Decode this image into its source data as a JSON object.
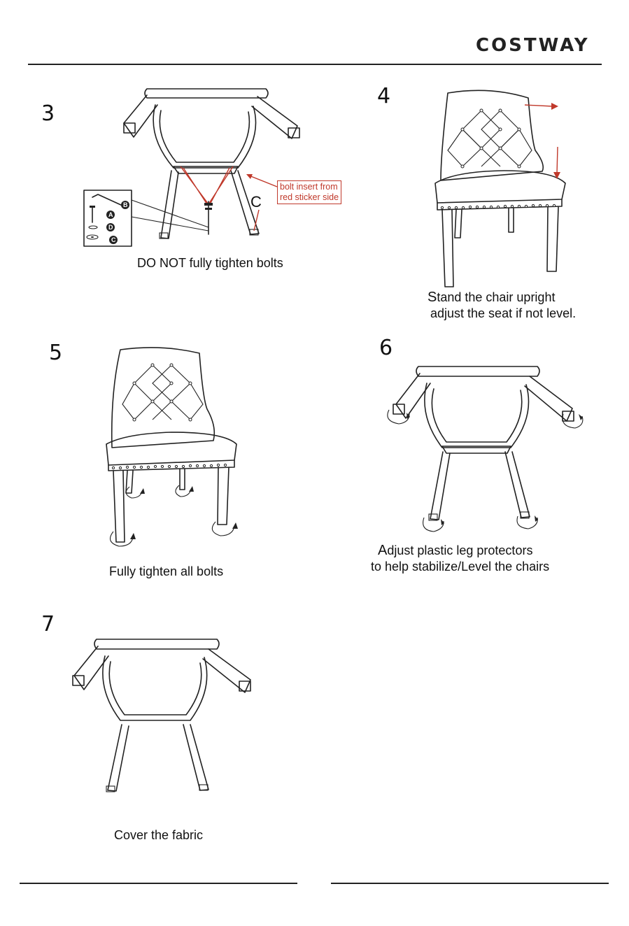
{
  "brand": "COSTWAY",
  "steps": [
    {
      "number": "3",
      "caption": "DO NOT fully tighten bolts",
      "callout": [
        "bolt insert from",
        "red sticker side"
      ],
      "callout_letter": "C",
      "parts": [
        "B",
        "A",
        "D",
        "C"
      ]
    },
    {
      "number": "4",
      "caption_first_letter": "S",
      "caption_line1_rest": "tand the chair upright",
      "caption_line2": "adjust the seat if not level."
    },
    {
      "number": "5",
      "caption": "Fully tighten all bolts"
    },
    {
      "number": "6",
      "caption_first_letter": "A",
      "caption_line1_rest": "djust plastic leg protectors",
      "caption_line2": "to help stabilize/Level the chairs"
    },
    {
      "number": "7",
      "caption": "Cover the fabric"
    }
  ],
  "colors": {
    "accent": "#c0392b",
    "ink": "#222222"
  },
  "icons": [
    "hex-key-icon",
    "bolt-icon",
    "washer-icon",
    "spring-washer-icon",
    "rotate-arrow-icon"
  ]
}
